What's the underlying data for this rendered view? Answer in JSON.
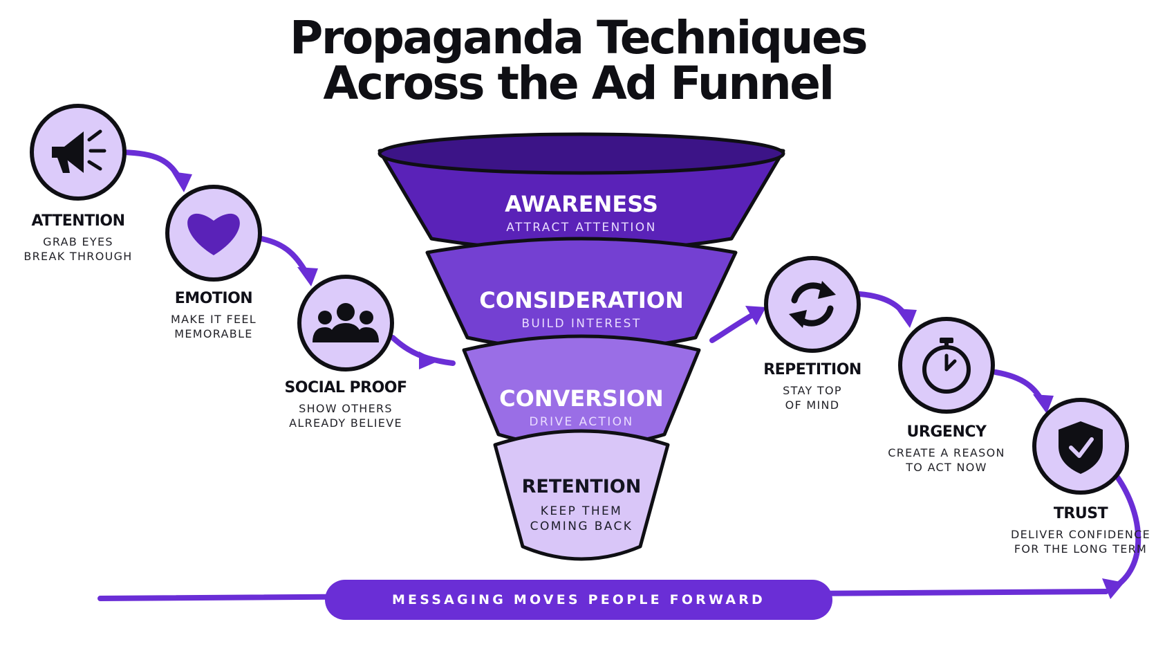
{
  "title": {
    "line1": "Propaganda Techniques",
    "line2": "Across the Ad Funnel"
  },
  "funnel": [
    {
      "name": "AWARENESS",
      "sub": "ATTRACT ATTENTION",
      "color": "#5a22b8"
    },
    {
      "name": "CONSIDERATION",
      "sub": "BUILD INTEREST",
      "color": "#7440d2"
    },
    {
      "name": "CONVERSION",
      "sub": "DRIVE ACTION",
      "color": "#9a6ee6"
    },
    {
      "name": "RETENTION",
      "sub": "KEEP THEM COMING BACK",
      "color": "#d9c6f8"
    }
  ],
  "techniques": [
    {
      "name": "ATTENTION",
      "desc_line1": "GRAB EYES",
      "desc_line2": "BREAK THROUGH",
      "icon": "megaphone-icon"
    },
    {
      "name": "EMOTION",
      "desc_line1": "MAKE IT FEEL",
      "desc_line2": "MEMORABLE",
      "icon": "heart-icon"
    },
    {
      "name": "SOCIAL PROOF",
      "desc_line1": "SHOW OTHERS",
      "desc_line2": "ALREADY BELIEVE",
      "icon": "people-icon"
    },
    {
      "name": "REPETITION",
      "desc_line1": "STAY TOP",
      "desc_line2": "OF MIND",
      "icon": "refresh-icon"
    },
    {
      "name": "URGENCY",
      "desc_line1": "CREATE A REASON",
      "desc_line2": "TO ACT NOW",
      "icon": "stopwatch-icon"
    },
    {
      "name": "TRUST",
      "desc_line1": "DELIVER CONFIDENCE",
      "desc_line2": "FOR THE LONG TERM",
      "icon": "shield-check-icon"
    }
  ],
  "banner": {
    "text": "MESSAGING MOVES PEOPLE FORWARD"
  },
  "colors": {
    "accent": "#6a2ed6",
    "icon_fill": "#dccbfa",
    "outline": "#0f0f14"
  }
}
